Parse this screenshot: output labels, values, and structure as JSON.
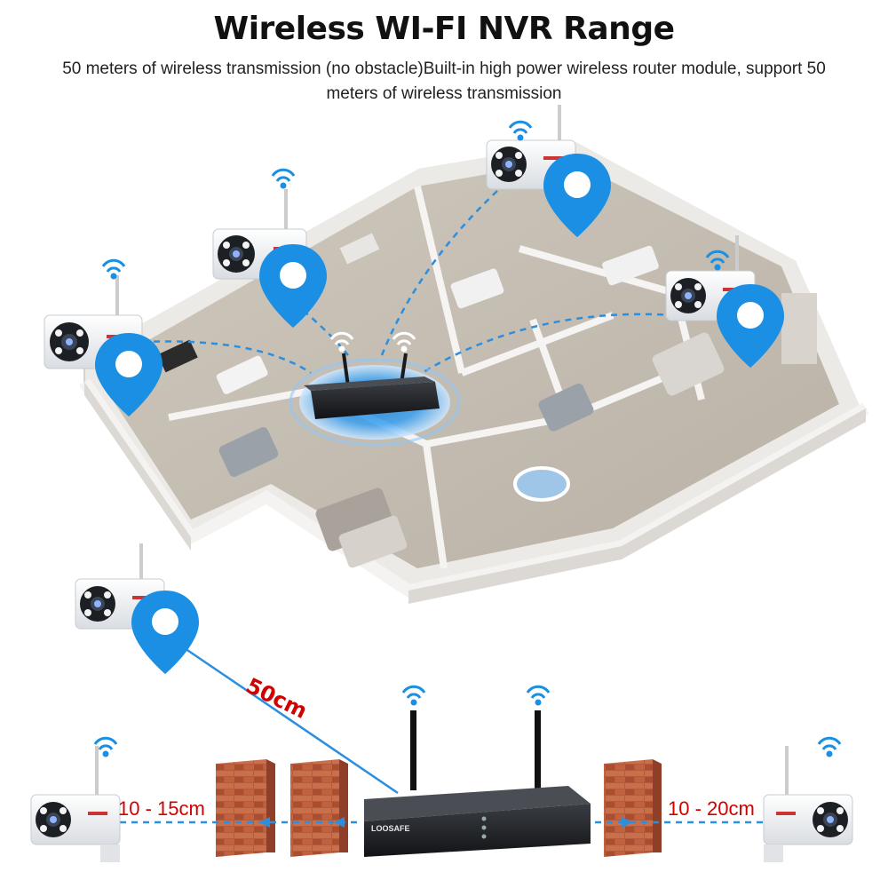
{
  "header": {
    "title": "Wireless WI-FI NVR Range",
    "subtitle": "50 meters of wireless transmission (no obstacle)Built-in high power wireless router module, support 50 meters of wireless transmission"
  },
  "distances": {
    "diagonal": "50cm",
    "left_wall": "10 - 15cm",
    "right_wall": "10 - 20cm"
  },
  "brand": {
    "name": "LOOSAFE"
  },
  "icons": [
    "wifi-icon",
    "location-pin-icon",
    "camera-icon",
    "nvr-icon",
    "brick-wall-icon"
  ],
  "colors": {
    "accent_blue": "#1a8fe3",
    "distance_red": "#d20000",
    "dashed_line": "#2a8fe0"
  }
}
